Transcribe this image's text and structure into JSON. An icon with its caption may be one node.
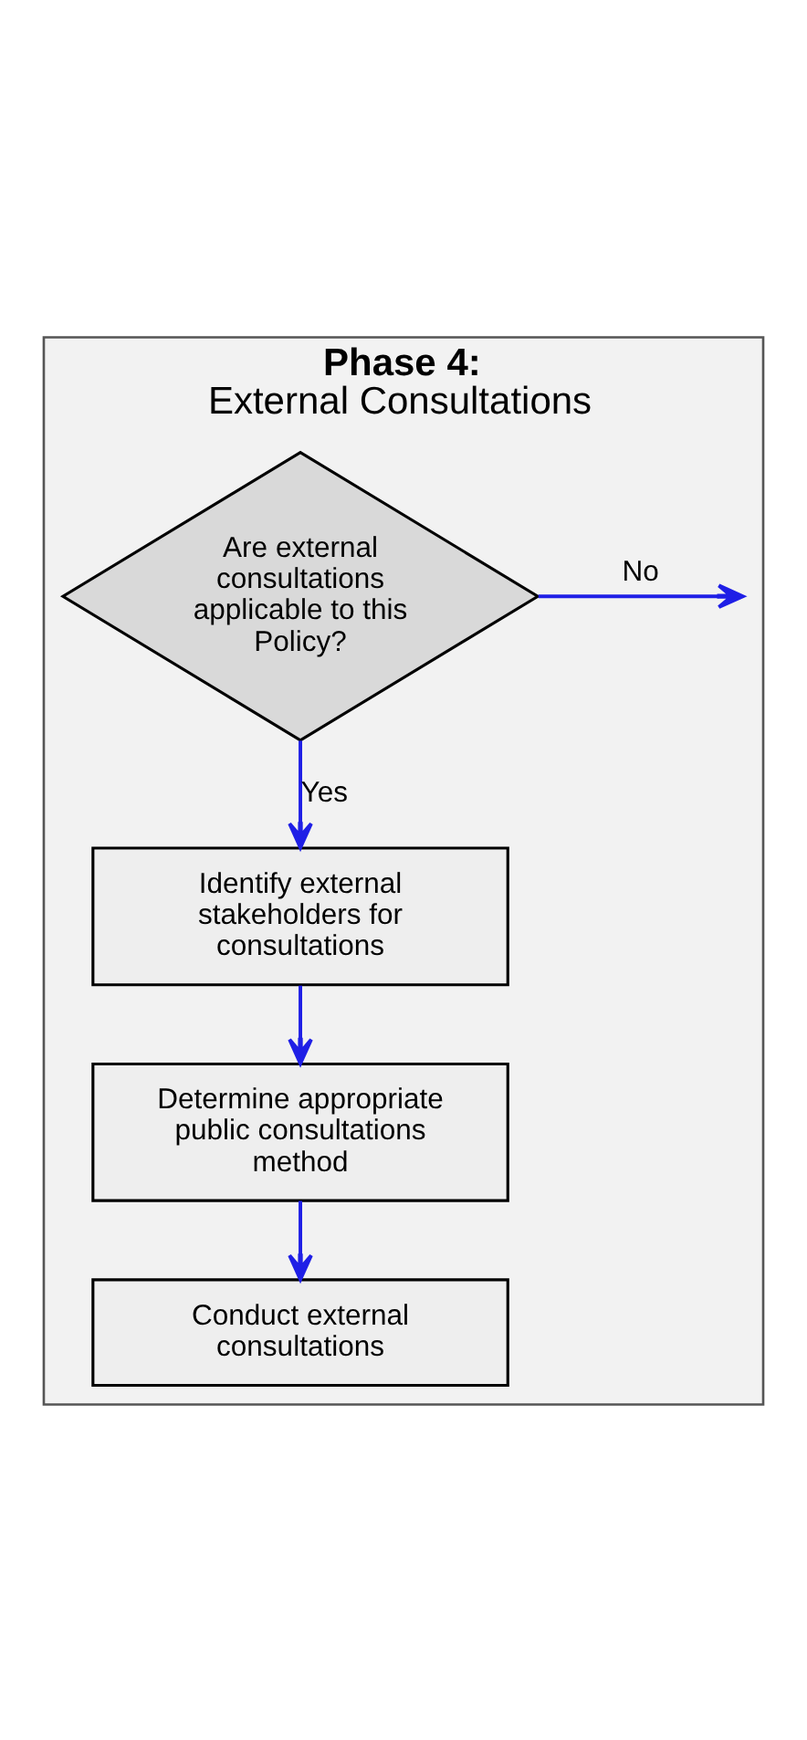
{
  "diagram": {
    "nodes": [
      {
        "text": [
          "Phase 4:",
          "External Consultations"
        ]
      },
      {
        "text": [
          "Are external consultations applicable to this Policy?"
        ],
        "in": 0
      },
      {
        "text": [
          "Identify external stakeholders for consultations"
        ],
        "in": 0
      },
      {
        "text": [
          "Determine appropriate public consultations method"
        ],
        "in": 0
      },
      {
        "text": [
          "Conduct external consultations"
        ],
        "in": 0
      }
    ],
    "edges": [
      {
        "from": 1,
        "to": null,
        "label": "No",
        "arrow": "to"
      },
      {
        "from": 1,
        "to": 2,
        "label": "Yes",
        "arrow": "to"
      },
      {
        "from": 2,
        "to": 3,
        "arrow": "to"
      },
      {
        "from": 3,
        "to": 4,
        "arrow": "to"
      }
    ]
  }
}
